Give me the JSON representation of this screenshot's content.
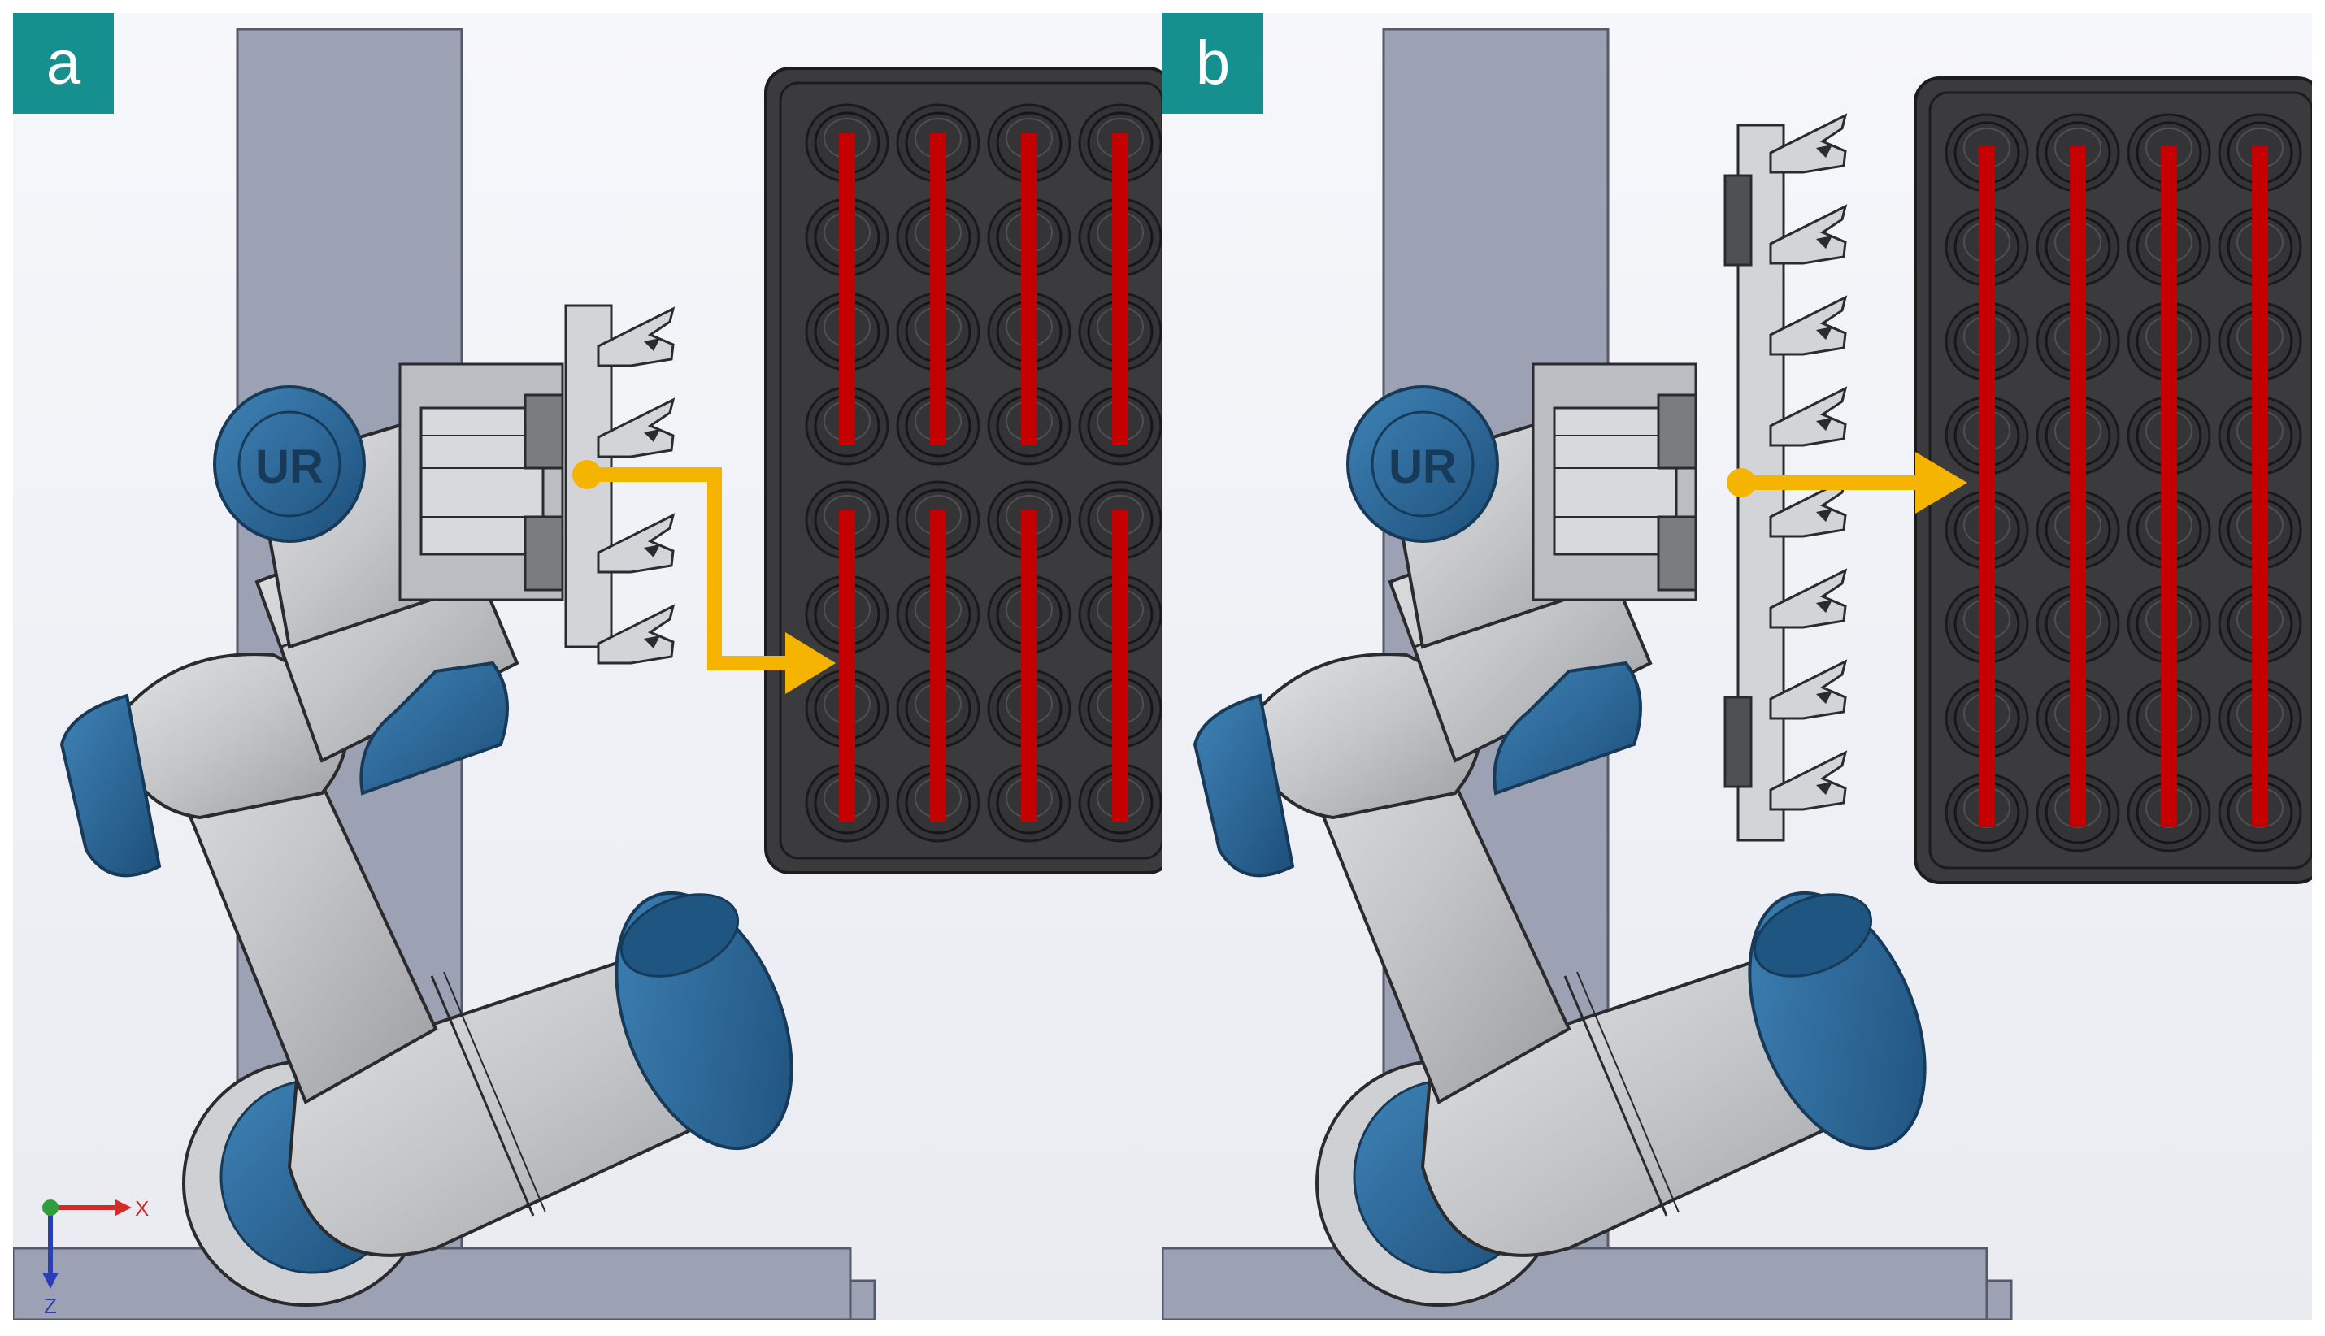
{
  "figure": {
    "panels": [
      {
        "id": "a",
        "label": "a",
        "gripper_slots": 4,
        "path": "stepped",
        "axis_indicator": true
      },
      {
        "id": "b",
        "label": "b",
        "gripper_slots": 8,
        "path": "straight",
        "axis_indicator": false
      }
    ],
    "tray": {
      "columns": 4,
      "rows": 8
    },
    "axes": {
      "x_label": "X",
      "z_label": "Z"
    },
    "colors": {
      "badge": "#16908e",
      "robot_blue": "#2a6a9a",
      "robot_grey": "#c9cacc",
      "tray": "#3b3b3d",
      "pin": "#c40000",
      "arrow": "#f4b400",
      "pillar": "#9ca1b3"
    }
  }
}
